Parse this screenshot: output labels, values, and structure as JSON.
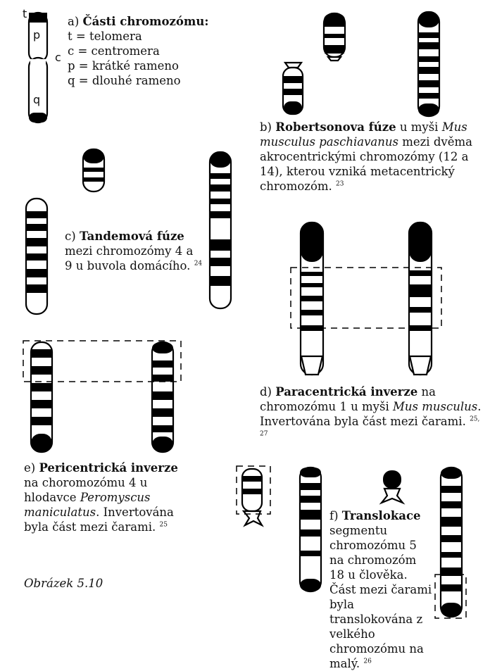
{
  "a": {
    "letter": "a)",
    "title": "Části chromozómu:",
    "items": [
      "t = telomera",
      "c = centromera",
      "p = krátké rameno",
      "q = dlouhé rameno"
    ],
    "labels": {
      "t": "t",
      "p": "p",
      "c": "c",
      "q": "q"
    }
  },
  "b": {
    "letter": "b)",
    "bold": "Robertsonova fúze",
    "text1": " u myši ",
    "species": "Mus musculus paschiavanus",
    "text2": " mezi dvěma akrocentrickými chromozómy (12 a 14), kterou vzniká metacentrický chromozóm.",
    "ref": "23"
  },
  "c": {
    "letter": "c)",
    "bold": "Tandemová fúze",
    "text": " mezi chromozómy 4 a 9 u buvola domácího.",
    "ref": "24"
  },
  "d": {
    "letter": "d)",
    "bold": "Paracentrická inverze",
    "text1": " na chromozómu 1 u myši ",
    "species": "Mus musculus",
    "text2": ". Invertována byla část mezi čarami.",
    "ref": "25, 27"
  },
  "e": {
    "letter": "e)",
    "bold": "Pericentrická inverze",
    "text1": " na choromozómu 4 u hlodavce ",
    "species": "Peromyscus maniculatus",
    "text2": ". Invertována byla část mezi čarami.",
    "ref": "25"
  },
  "f": {
    "letter": "f)",
    "bold": "Translokace",
    "text": " segmentu chromozómu 5 na chromozóm 18 u člověka. Část mezi čarami byla translokována z velkého chromozómu na malý.",
    "ref": "26"
  },
  "caption": "Obrázek 5.10"
}
